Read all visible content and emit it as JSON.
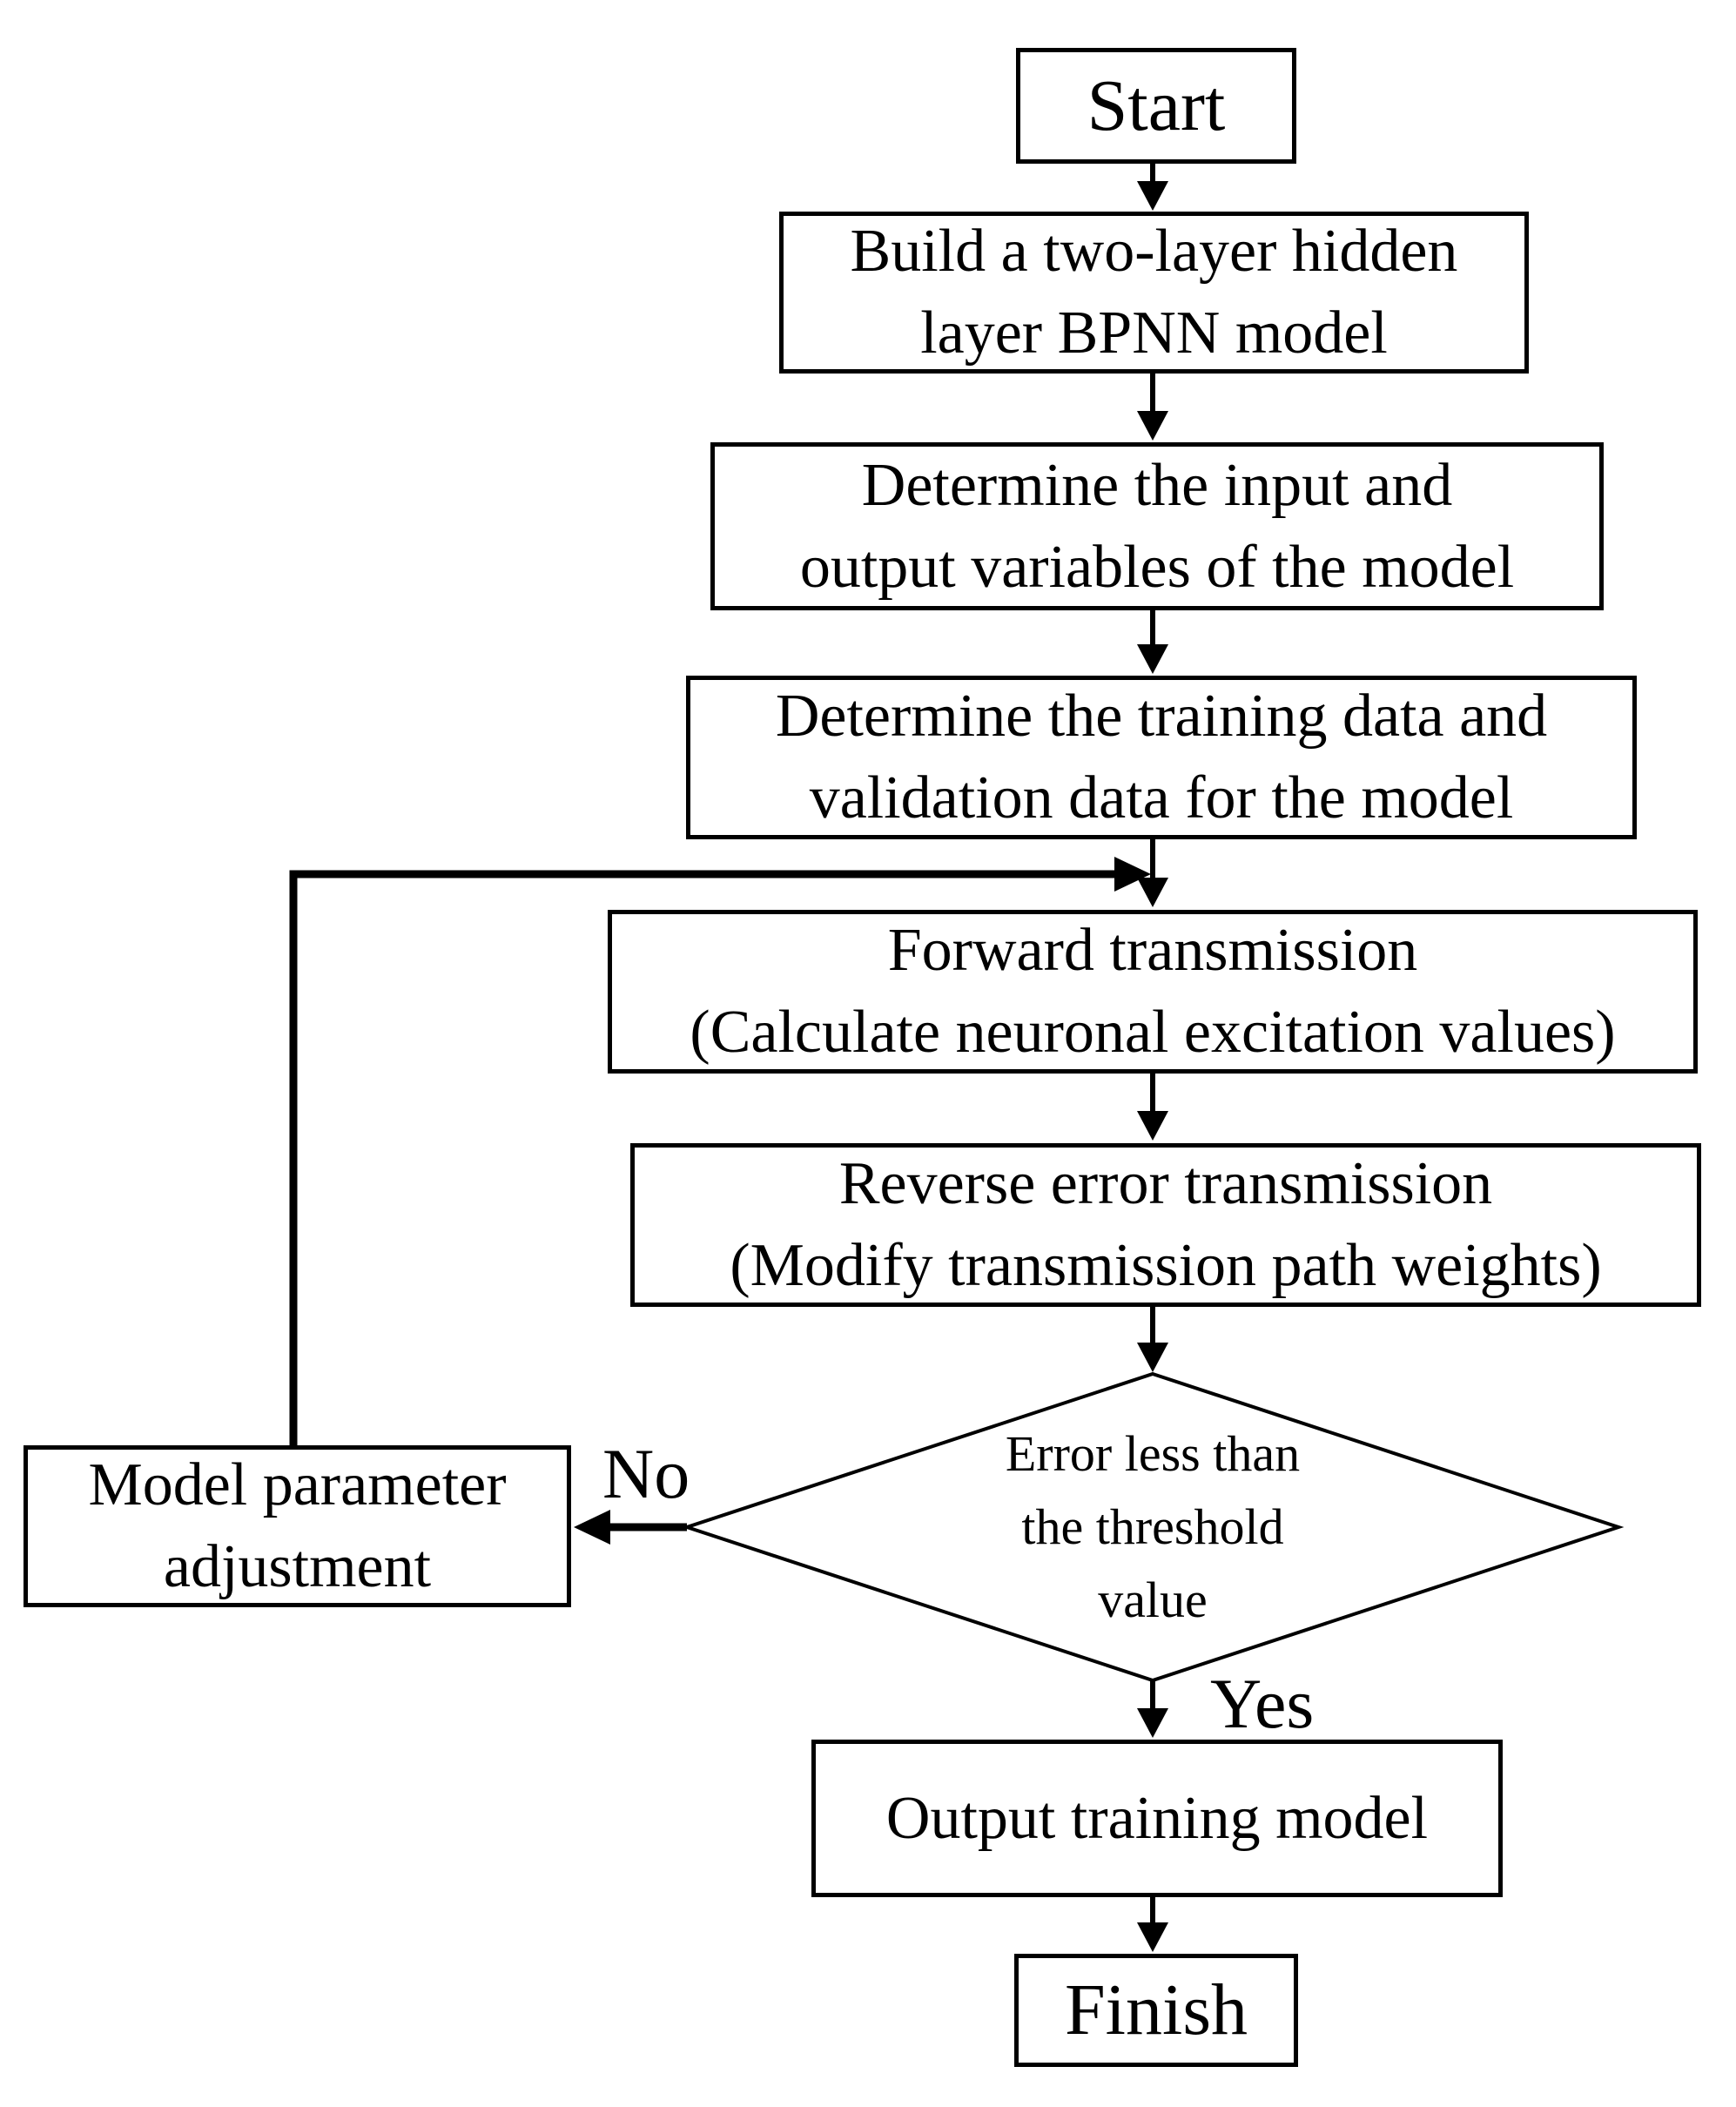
{
  "flowchart": {
    "colors": {
      "line": "#000000",
      "fill": "#ffffff"
    },
    "nodes": {
      "start": {
        "label": "Start"
      },
      "build_model": {
        "lines": [
          "Build a two-layer hidden",
          "layer BPNN model"
        ]
      },
      "io_variables": {
        "lines": [
          "Determine the input and",
          "output variables of the model"
        ]
      },
      "training_data": {
        "lines": [
          "Determine the training data and",
          "validation data for the model"
        ]
      },
      "forward": {
        "lines": [
          "Forward transmission",
          "(Calculate neuronal excitation values)"
        ]
      },
      "reverse": {
        "lines": [
          "Reverse error transmission",
          "(Modify transmission path weights)"
        ]
      },
      "decision": {
        "lines": [
          "Error less than",
          "the threshold",
          "value"
        ]
      },
      "adjustment": {
        "lines": [
          "Model parameter",
          "adjustment"
        ]
      },
      "output_model": {
        "label": "Output training model"
      },
      "finish": {
        "label": "Finish"
      }
    },
    "edge_labels": {
      "no": "No",
      "yes": "Yes"
    }
  }
}
